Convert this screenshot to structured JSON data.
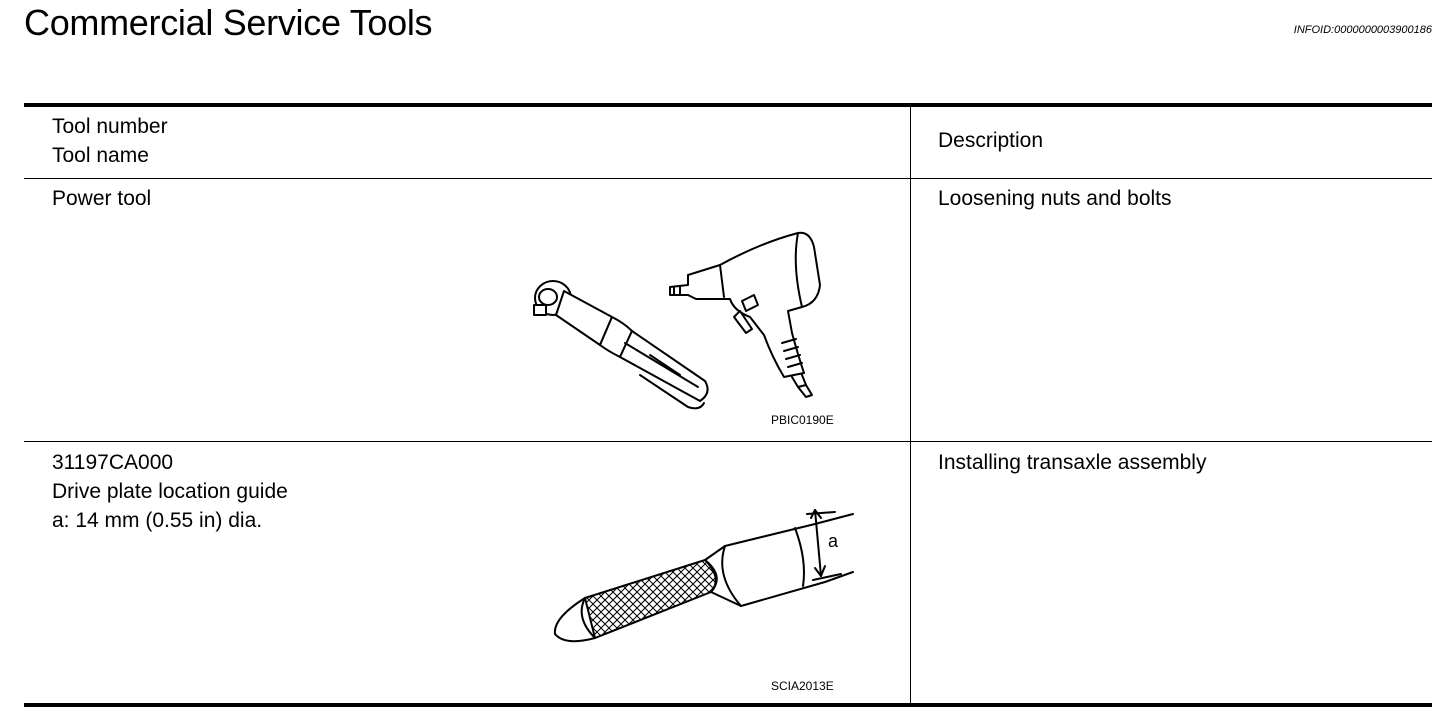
{
  "header": {
    "title": "Commercial Service Tools",
    "info_id": "INFOID:0000000003900186"
  },
  "table": {
    "columns": {
      "tool": [
        "Tool number",
        "Tool name"
      ],
      "description": "Description"
    },
    "rows": [
      {
        "tool_lines": [
          "Power tool"
        ],
        "description": "Loosening nuts and bolts",
        "figure_code": "PBIC0190E"
      },
      {
        "tool_lines": [
          "31197CA000",
          "Drive plate location guide",
          "a: 14 mm (0.55 in) dia."
        ],
        "description": "Installing transaxle assembly",
        "figure_code": "SCIA2013E",
        "figure_label": "a"
      }
    ]
  }
}
